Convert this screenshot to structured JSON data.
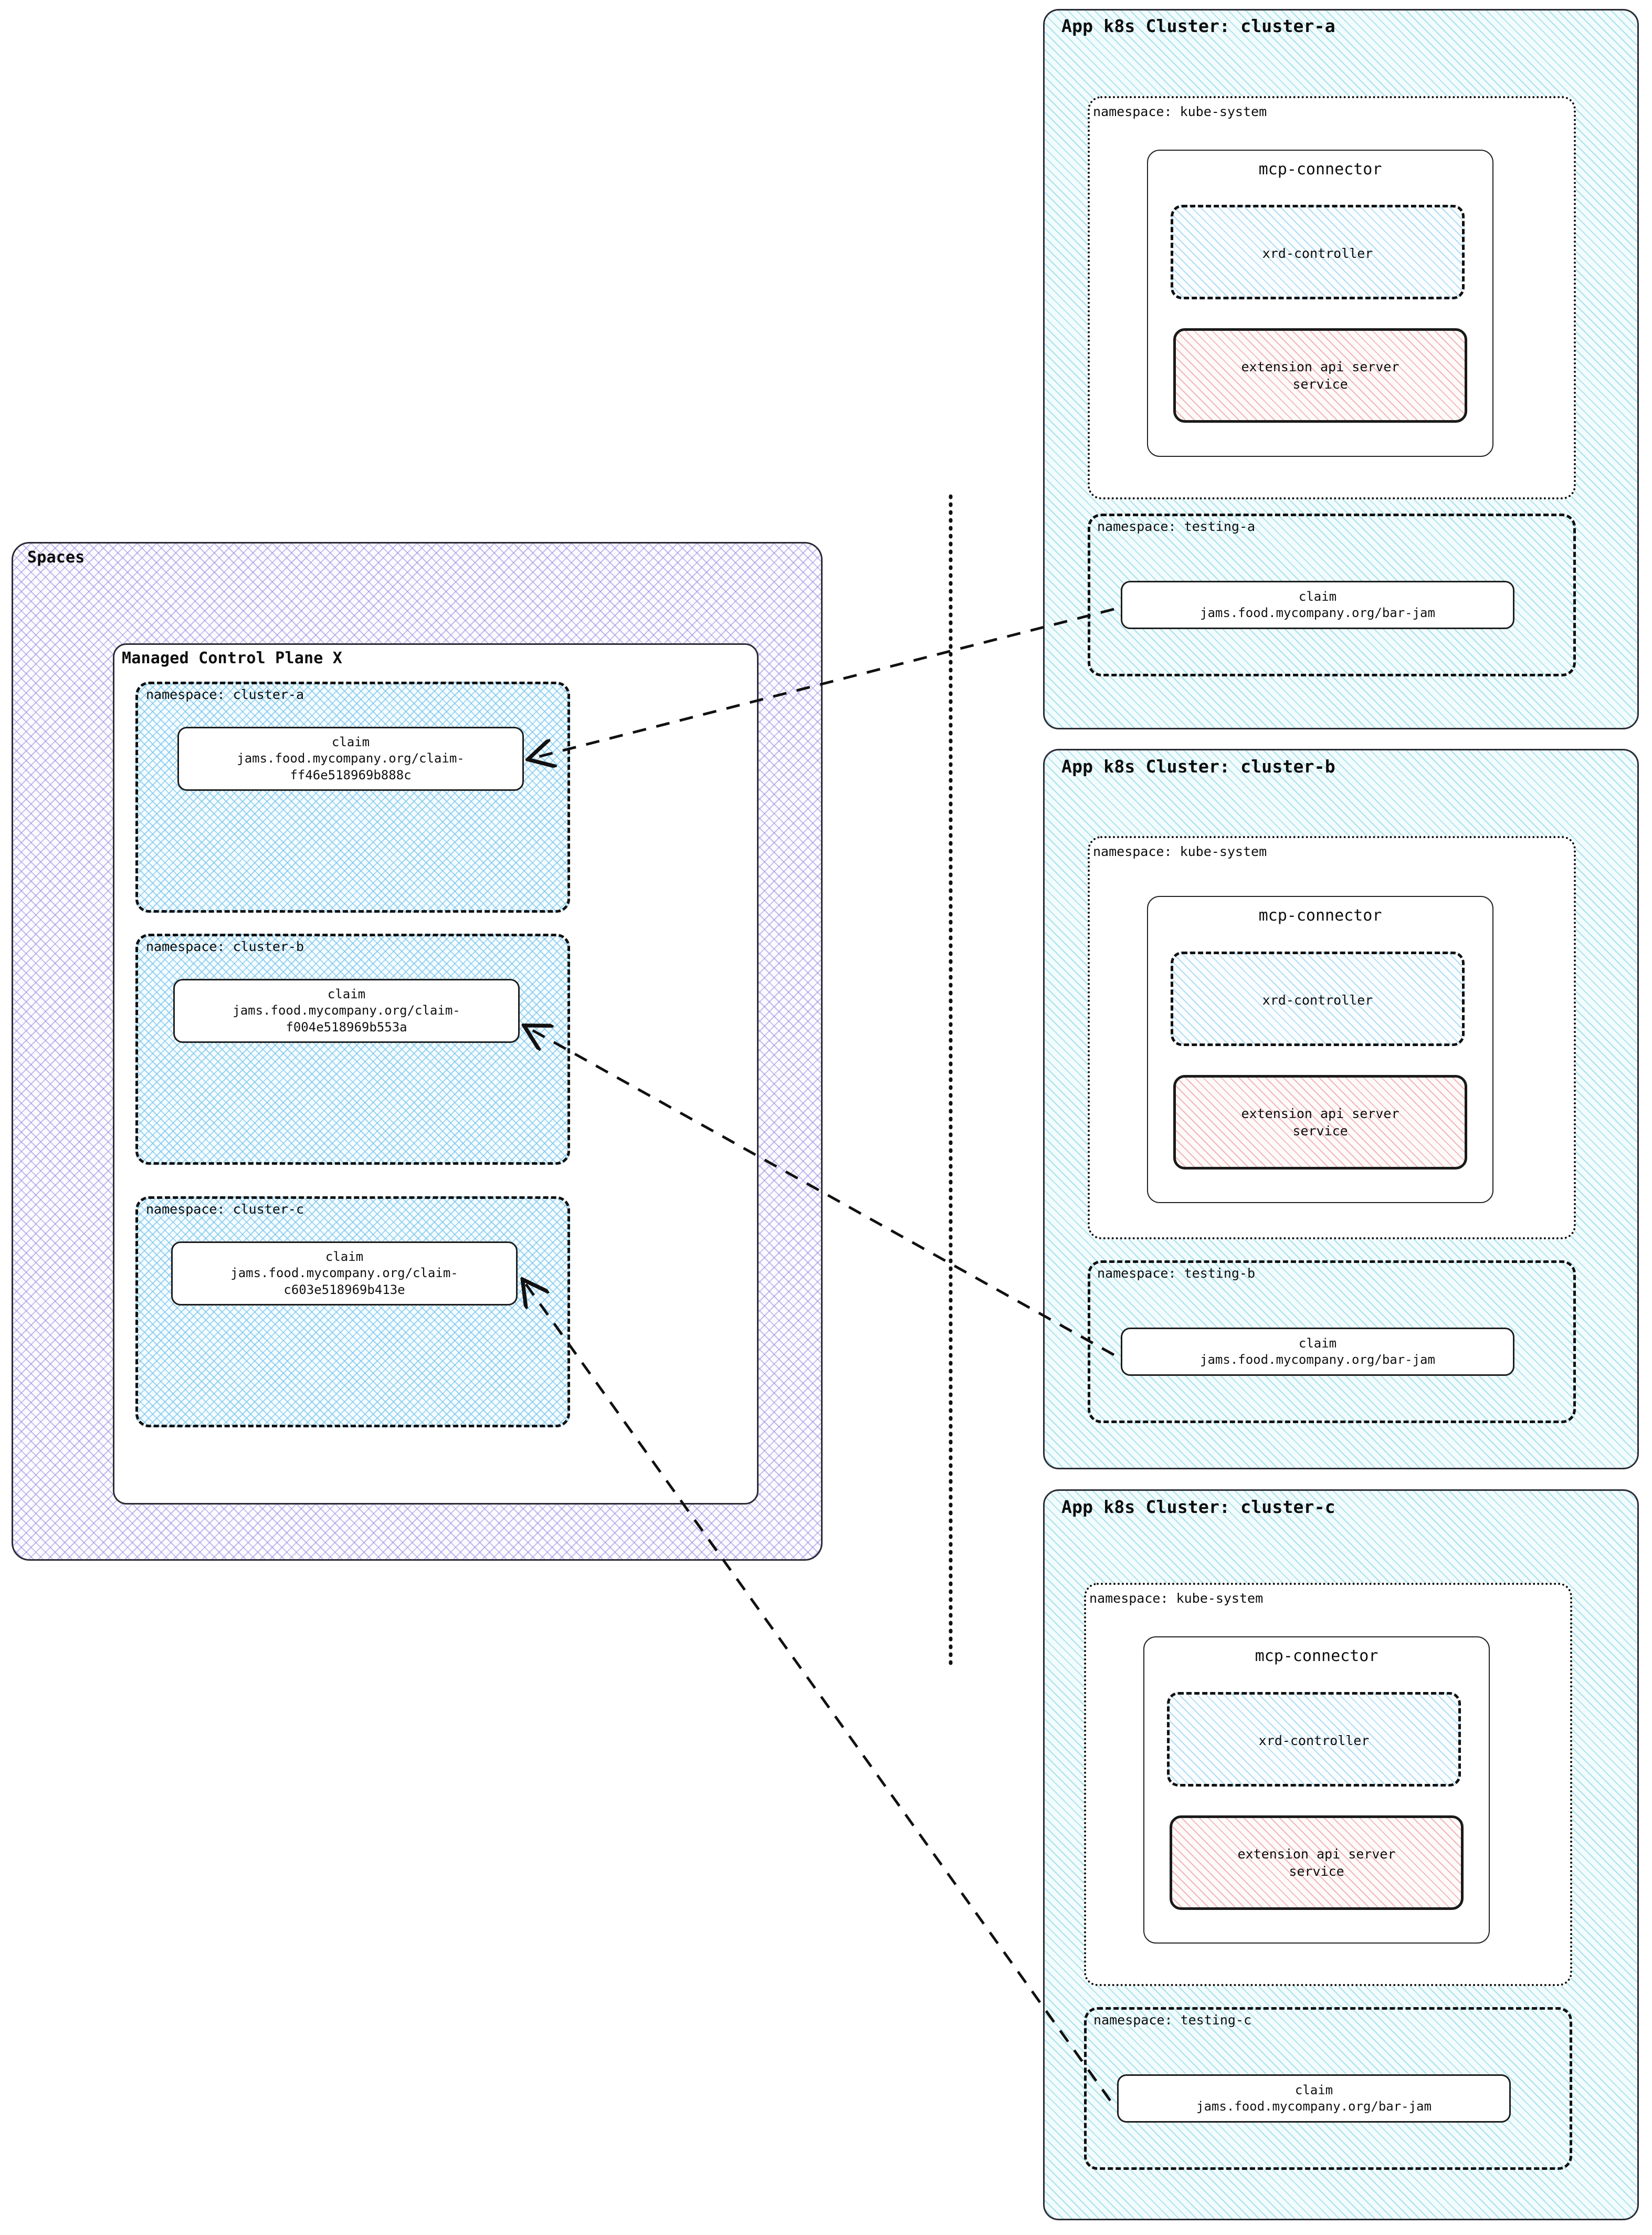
{
  "spaces": {
    "title": "Spaces",
    "control_plane": {
      "title": "Managed Control Plane X",
      "namespaces": [
        {
          "label": "namespace: cluster-a",
          "claim": {
            "kind": "claim",
            "ref_line1": "jams.food.mycompany.org/claim-",
            "ref_line2": "ff46e518969b888c"
          }
        },
        {
          "label": "namespace: cluster-b",
          "claim": {
            "kind": "claim",
            "ref_line1": "jams.food.mycompany.org/claim-",
            "ref_line2": "f004e518969b553a"
          }
        },
        {
          "label": "namespace: cluster-c",
          "claim": {
            "kind": "claim",
            "ref_line1": "jams.food.mycompany.org/claim-",
            "ref_line2": "c603e518969b413e"
          }
        }
      ]
    }
  },
  "clusters": [
    {
      "title": "App k8s Cluster: cluster-a",
      "system_namespace": {
        "label": "namespace: kube-system",
        "connector": {
          "title": "mcp-connector",
          "controller": "xrd-controller",
          "api_server_line1": "extension api server",
          "api_server_line2": "service"
        }
      },
      "testing_namespace": {
        "label": "namespace: testing-a",
        "claim": {
          "kind": "claim",
          "ref": "jams.food.mycompany.org/bar-jam"
        }
      }
    },
    {
      "title": "App k8s Cluster: cluster-b",
      "system_namespace": {
        "label": "namespace: kube-system",
        "connector": {
          "title": "mcp-connector",
          "controller": "xrd-controller",
          "api_server_line1": "extension api server",
          "api_server_line2": "service"
        }
      },
      "testing_namespace": {
        "label": "namespace: testing-b",
        "claim": {
          "kind": "claim",
          "ref": "jams.food.mycompany.org/bar-jam"
        }
      }
    },
    {
      "title": "App k8s Cluster: cluster-c",
      "system_namespace": {
        "label": "namespace: kube-system",
        "connector": {
          "title": "mcp-connector",
          "controller": "xrd-controller",
          "api_server_line1": "extension api server",
          "api_server_line2": "service"
        }
      },
      "testing_namespace": {
        "label": "namespace: testing-c",
        "claim": {
          "kind": "claim",
          "ref": "jams.food.mycompany.org/bar-jam"
        }
      }
    }
  ],
  "colors": {
    "spaces_hatch": "#9687dc",
    "cluster_hatch": "#78cde1",
    "namespace_hatch": "#78c3eb",
    "api_server_hatch": "#e88c8c",
    "stroke": "#111111"
  }
}
